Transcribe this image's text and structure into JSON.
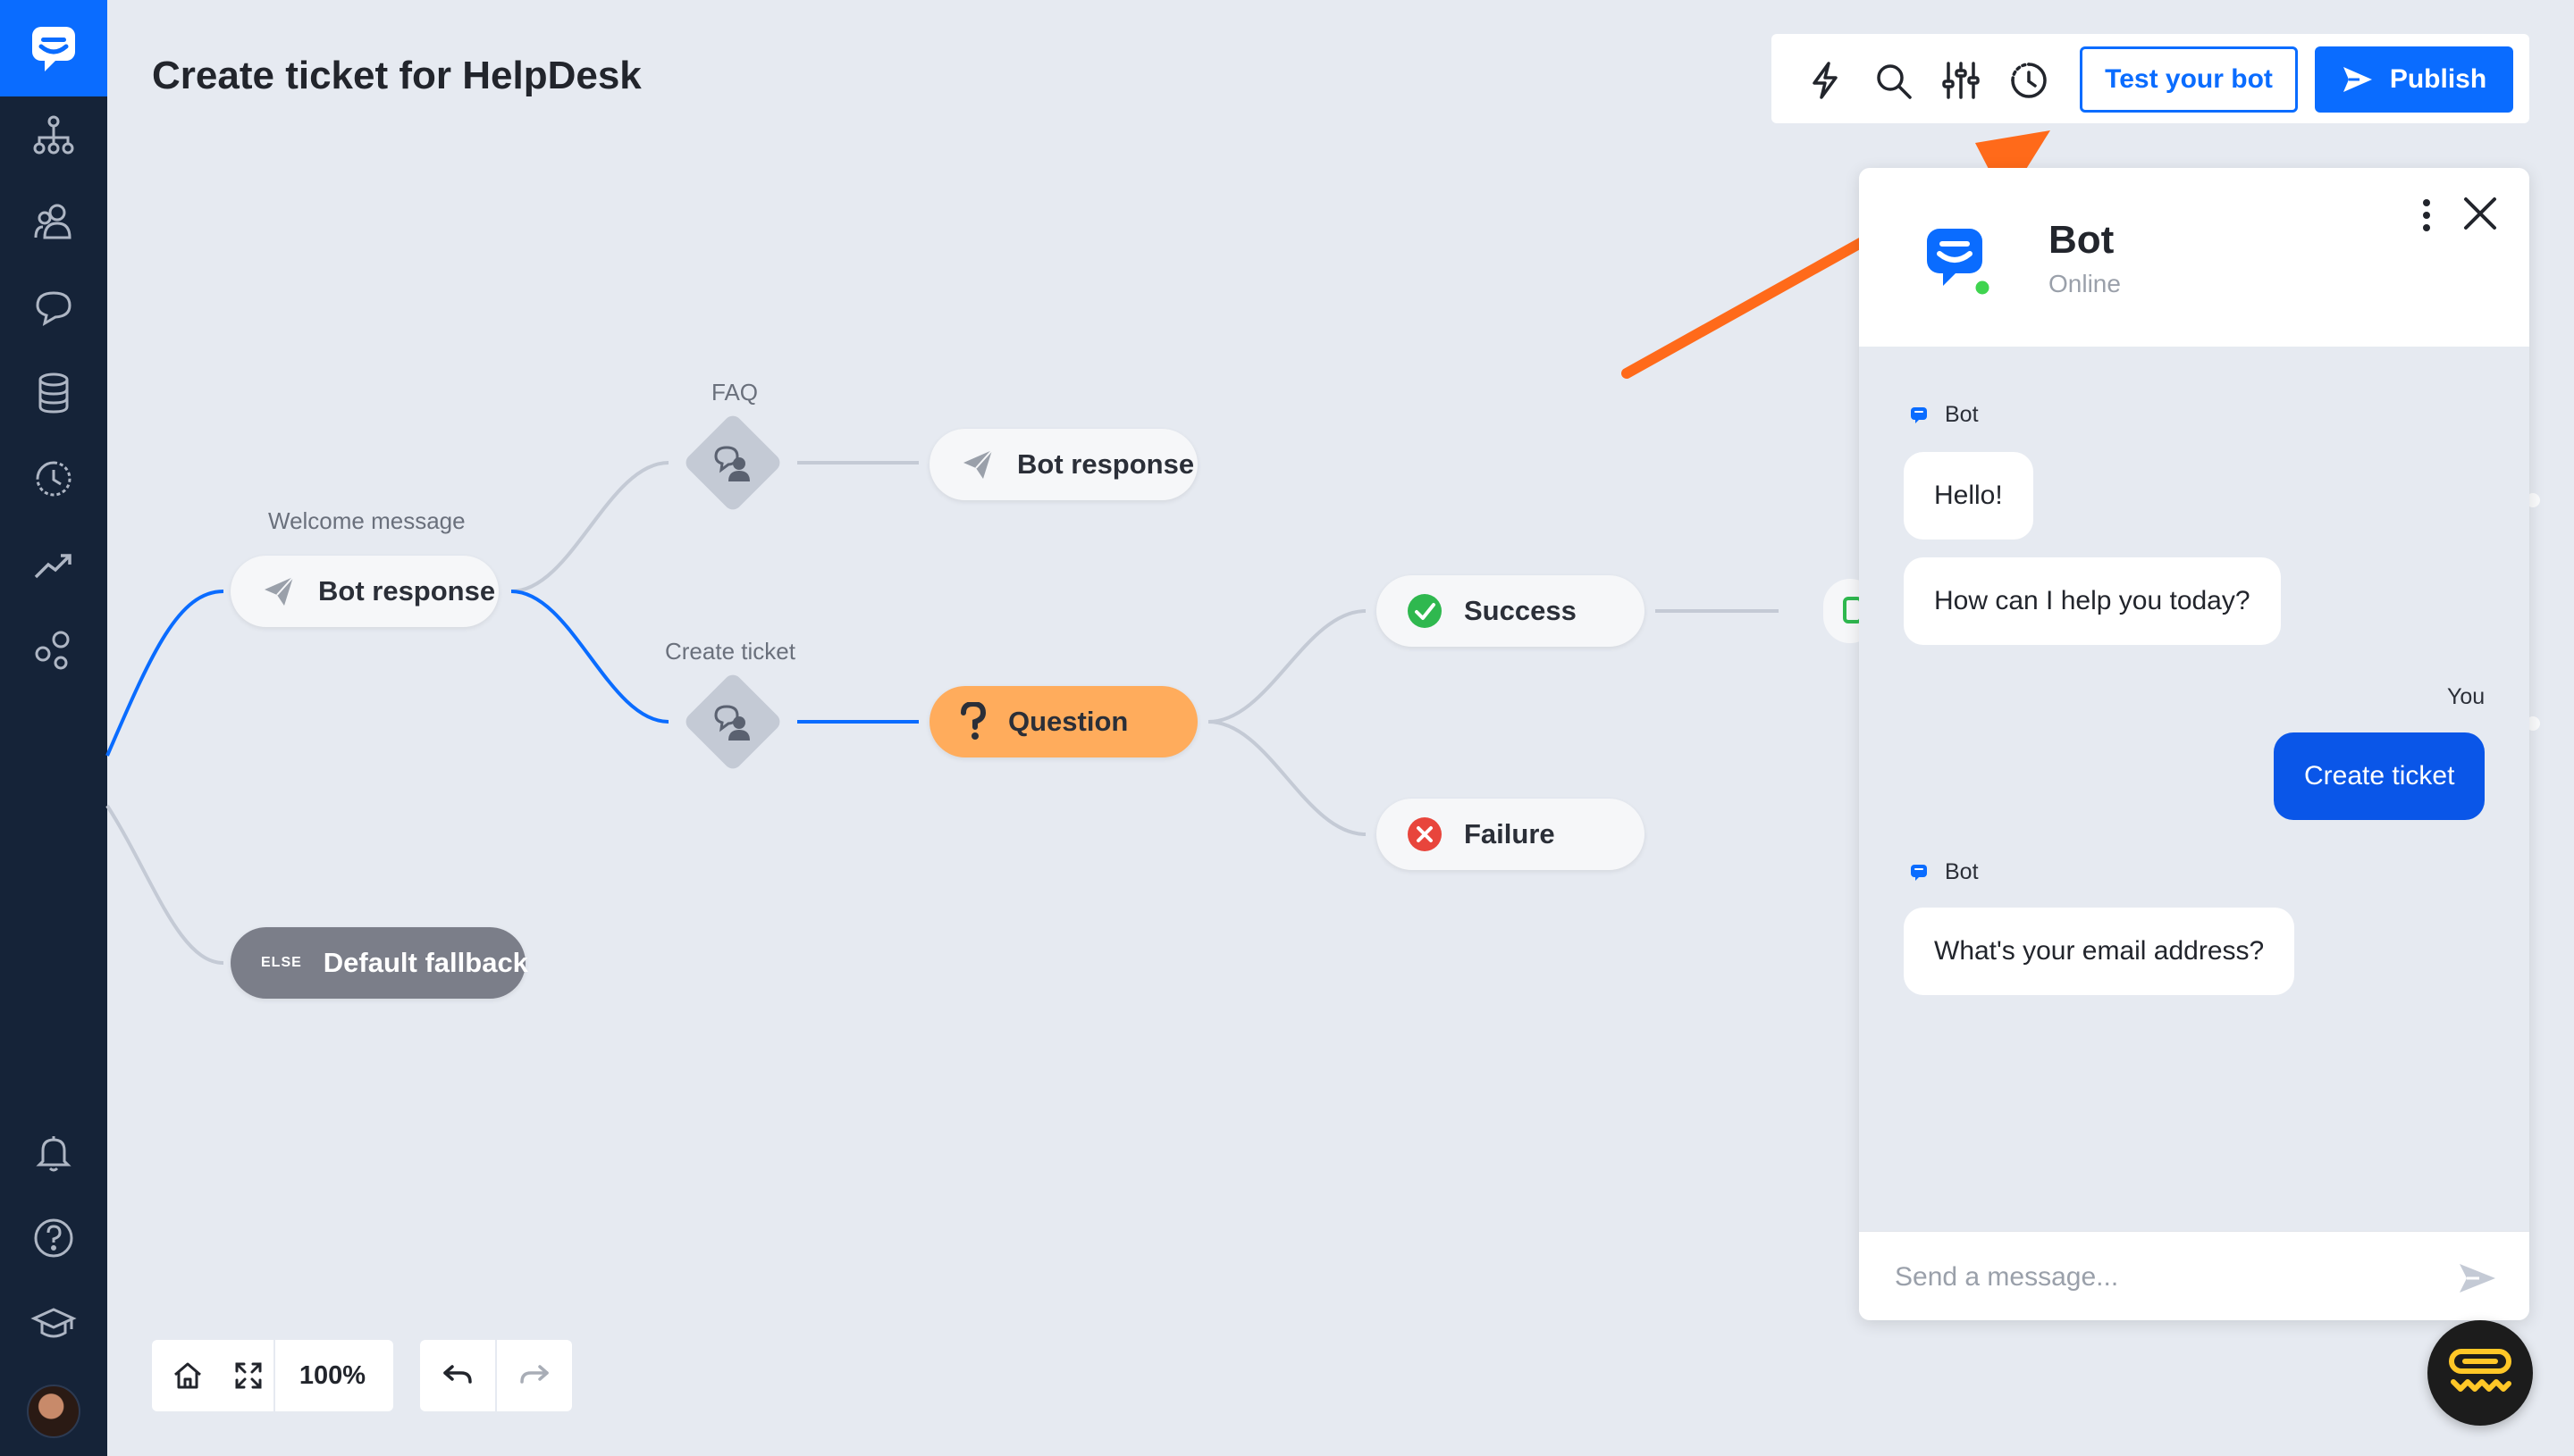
{
  "page": {
    "title": "Create ticket for HelpDesk"
  },
  "toolbar": {
    "test_label": "Test your bot",
    "publish_label": "Publish"
  },
  "flow": {
    "welcome_label": "Welcome message",
    "welcome_node": "Bot response",
    "faq_label": "FAQ",
    "faq_node": "Bot response",
    "create_label": "Create ticket",
    "question_node": "Question",
    "success_node": "Success",
    "failure_node": "Failure",
    "else_tag": "ELSE",
    "fallback_node": "Default fallback"
  },
  "controls": {
    "zoom": "100%"
  },
  "chat": {
    "bot_name": "Bot",
    "status": "Online",
    "messages": [
      {
        "sender": "Bot"
      },
      {
        "text": "Hello!"
      },
      {
        "text": "How can I help you today?"
      },
      {
        "sender": "You",
        "text": "Create ticket"
      },
      {
        "sender": "Bot",
        "text": "What's your email address?"
      }
    ],
    "placeholder": "Send a message..."
  },
  "colors": {
    "accent": "#0a6cff",
    "sidebar": "#152338",
    "question": "#ffac5c",
    "success": "#2fb84f",
    "failure": "#e8453c",
    "arrow": "#ff6a1a"
  }
}
